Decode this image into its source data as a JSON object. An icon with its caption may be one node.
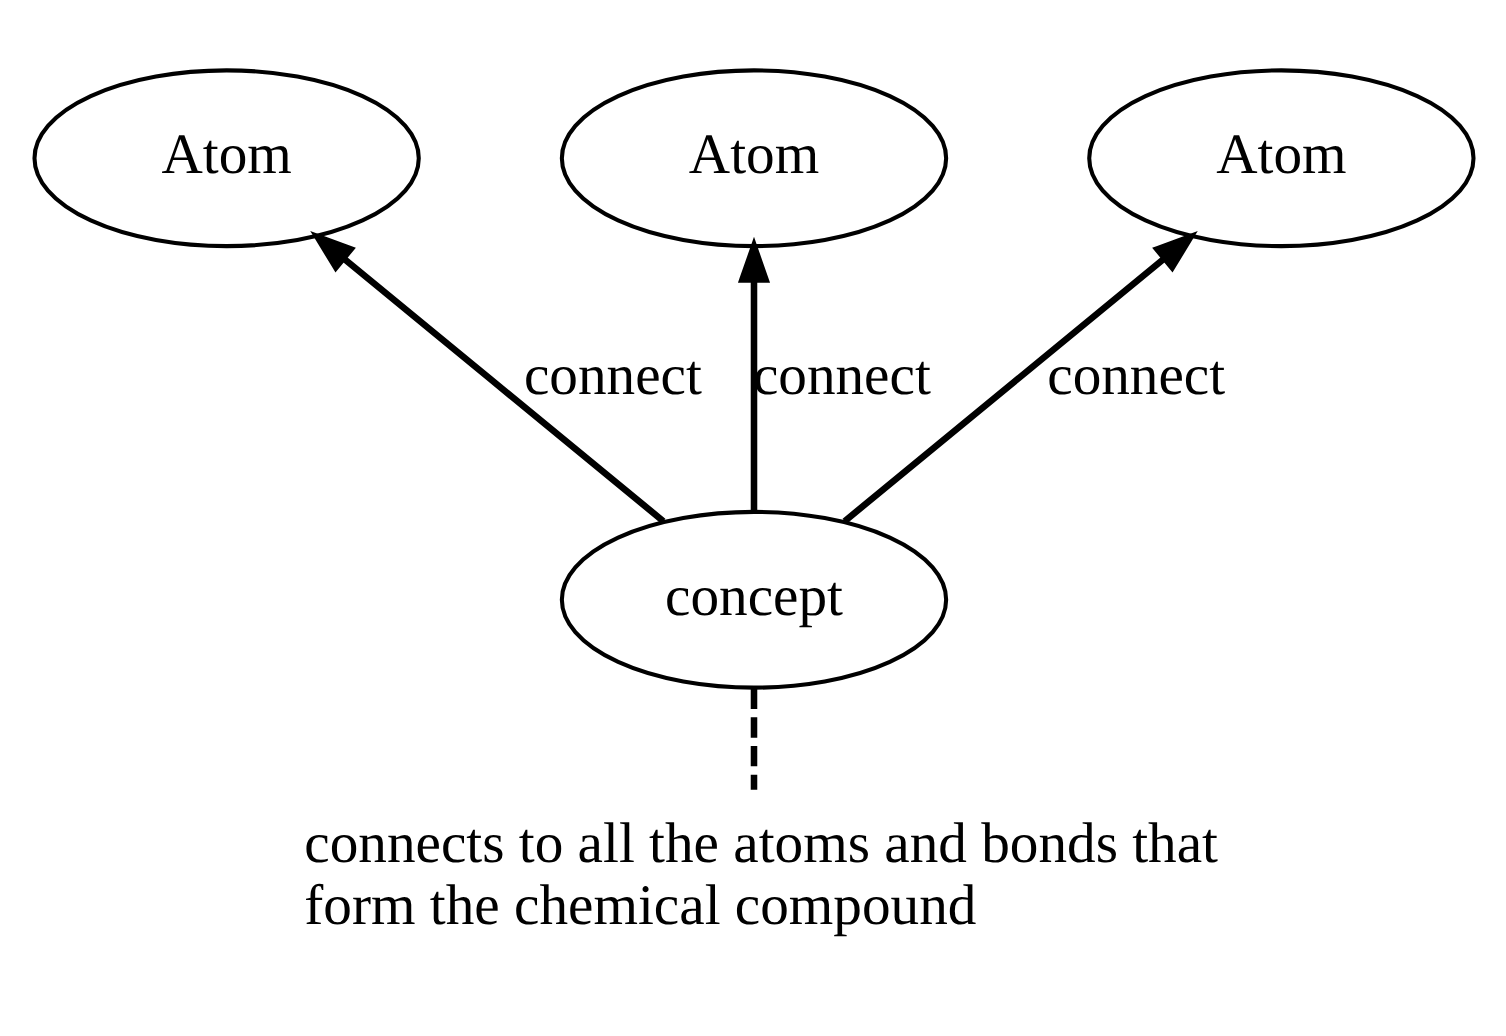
{
  "diagram": {
    "nodes": [
      {
        "text": [
          "Atom"
        ]
      },
      {
        "text": [
          "Atom"
        ]
      },
      {
        "text": [
          "Atom"
        ]
      },
      {
        "text": [
          "concept"
        ]
      },
      {
        "text": [
          "connects to all the atoms and bonds that form the chemical compound"
        ]
      }
    ],
    "edges": [
      {
        "from": 3,
        "to": 0,
        "arrow": "to",
        "label": "connect"
      },
      {
        "from": 3,
        "to": 1,
        "arrow": "to",
        "label": "connect"
      },
      {
        "from": 3,
        "to": 2,
        "arrow": "to",
        "label": "connect"
      },
      {
        "from": 3,
        "to": 4,
        "arrow": "none",
        "style": "dashed"
      }
    ]
  }
}
